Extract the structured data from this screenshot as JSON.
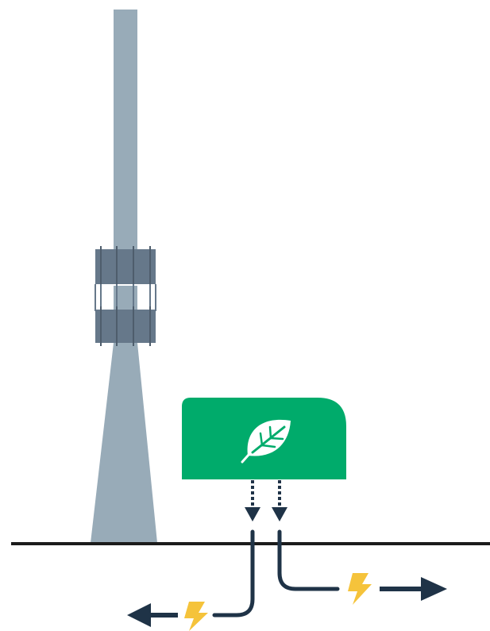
{
  "diagram": {
    "tower": {
      "label": "",
      "icon": "cell-tower-icon"
    },
    "unit": {
      "label": "",
      "icon": "leaf-icon"
    },
    "flows": [
      {
        "name": "left-energy-flow",
        "icon": "lightning-bolt-icon",
        "direction": "left"
      },
      {
        "name": "right-energy-flow",
        "icon": "lightning-bolt-icon",
        "direction": "right"
      }
    ]
  },
  "colors": {
    "tower_body": "#98abb8",
    "tower_band": "#66788a",
    "tower_band_lines": "#4e5d6c",
    "unit_fill": "#00ab6b",
    "leaf": "#ffffff",
    "ground": "#1b1b1b",
    "pipe": "#1f3347",
    "bolt": "#f5c33b",
    "background": "#ffffff"
  }
}
